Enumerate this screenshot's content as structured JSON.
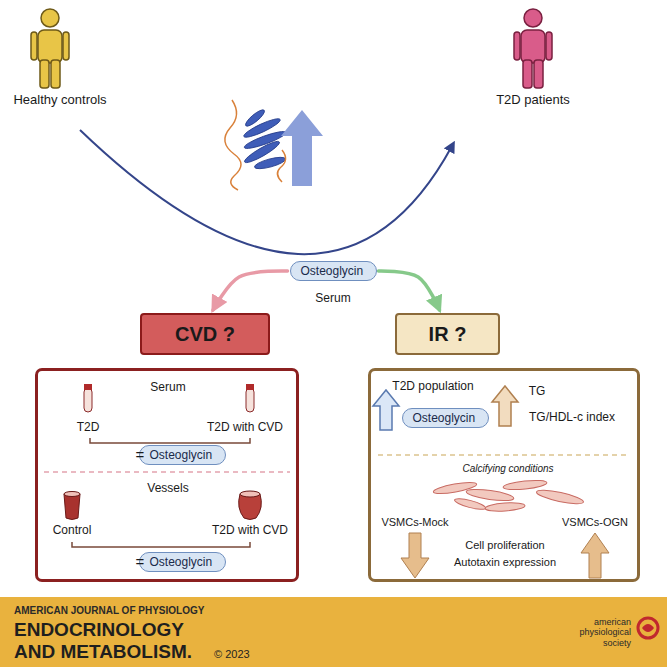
{
  "diagram": {
    "nodes": [
      {
        "text": [
          "Osteoglycin"
        ]
      },
      {
        "text": [
          "CVD ?"
        ]
      },
      {
        "text": [
          "IR ?"
        ]
      },
      {
        "text": [
          "Serum",
          "Vessels"
        ]
      },
      {
        "text": [
          "Osteoglycin"
        ],
        "in": 3
      },
      {
        "text": [
          "Osteoglycin"
        ],
        "in": 3
      },
      {
        "text": [
          "T2D population",
          "Calcifying conditions"
        ]
      },
      {
        "text": [
          "Osteoglycin"
        ],
        "in": 6
      }
    ],
    "edges": [
      {
        "from": 0,
        "to": 1,
        "arrow": "to"
      },
      {
        "from": 0,
        "to": 2,
        "arrow": "to"
      }
    ],
    "labels": [
      "Healthy controls",
      "T2D patients",
      "Serum",
      "T2D",
      "T2D with CVD",
      "=",
      "Control",
      "T2D with CVD",
      "=",
      "TG",
      "TG/HDL-c index",
      "VSMCs-Mock",
      "VSMCs-OGN",
      "Cell proliferation",
      "Autotaxin expression",
      "AMERICAN JOURNAL OF PHYSIOLOGY",
      "ENDOCRINOLOGY",
      "AND METABOLISM.",
      "© 2023",
      "american physiological society"
    ]
  }
}
